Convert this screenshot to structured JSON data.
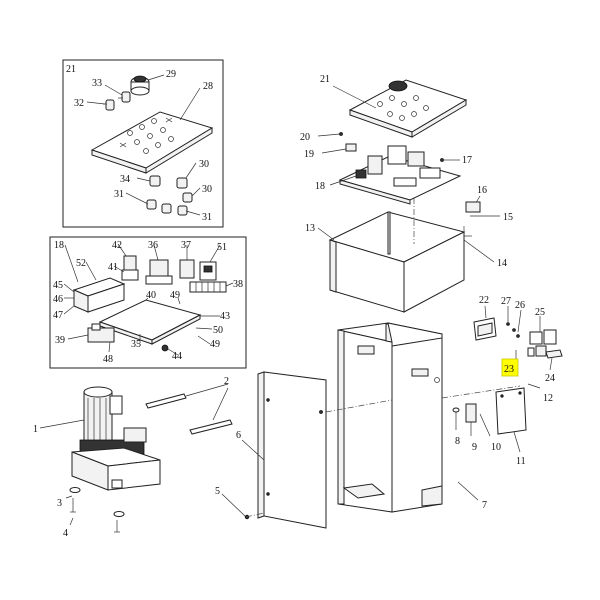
{
  "highlight": {
    "label": "23",
    "color": "#ffff00"
  },
  "callouts": [
    {
      "id": "c21a",
      "text": "21"
    },
    {
      "id": "c33",
      "text": "33"
    },
    {
      "id": "c29",
      "text": "29"
    },
    {
      "id": "c32",
      "text": "32"
    },
    {
      "id": "c28",
      "text": "28"
    },
    {
      "id": "c30a",
      "text": "30"
    },
    {
      "id": "c34",
      "text": "34"
    },
    {
      "id": "c30b",
      "text": "30"
    },
    {
      "id": "c31a",
      "text": "31"
    },
    {
      "id": "c31b",
      "text": "31"
    },
    {
      "id": "c18a",
      "text": "18"
    },
    {
      "id": "c42",
      "text": "42"
    },
    {
      "id": "c36",
      "text": "36"
    },
    {
      "id": "c37",
      "text": "37"
    },
    {
      "id": "c51",
      "text": "51"
    },
    {
      "id": "c52",
      "text": "52"
    },
    {
      "id": "c41",
      "text": "41"
    },
    {
      "id": "c38",
      "text": "38"
    },
    {
      "id": "c45",
      "text": "45"
    },
    {
      "id": "c46",
      "text": "46"
    },
    {
      "id": "c47",
      "text": "47"
    },
    {
      "id": "c40",
      "text": "40"
    },
    {
      "id": "c49a",
      "text": "49"
    },
    {
      "id": "c43",
      "text": "43"
    },
    {
      "id": "c50",
      "text": "50"
    },
    {
      "id": "c39",
      "text": "39"
    },
    {
      "id": "c48",
      "text": "48"
    },
    {
      "id": "c35",
      "text": "35"
    },
    {
      "id": "c44",
      "text": "44"
    },
    {
      "id": "c49b",
      "text": "49"
    },
    {
      "id": "c21b",
      "text": "21"
    },
    {
      "id": "c20",
      "text": "20"
    },
    {
      "id": "c19",
      "text": "19"
    },
    {
      "id": "c17",
      "text": "17"
    },
    {
      "id": "c18b",
      "text": "18"
    },
    {
      "id": "c16",
      "text": "16"
    },
    {
      "id": "c15",
      "text": "15"
    },
    {
      "id": "c13",
      "text": "13"
    },
    {
      "id": "c14",
      "text": "14"
    },
    {
      "id": "c22",
      "text": "22"
    },
    {
      "id": "c27",
      "text": "27"
    },
    {
      "id": "c26",
      "text": "26"
    },
    {
      "id": "c25",
      "text": "25"
    },
    {
      "id": "c24",
      "text": "24"
    },
    {
      "id": "c12",
      "text": "12"
    },
    {
      "id": "c2",
      "text": "2"
    },
    {
      "id": "c1",
      "text": "1"
    },
    {
      "id": "c6",
      "text": "6"
    },
    {
      "id": "c8",
      "text": "8"
    },
    {
      "id": "c9",
      "text": "9"
    },
    {
      "id": "c10",
      "text": "10"
    },
    {
      "id": "c11",
      "text": "11"
    },
    {
      "id": "c3",
      "text": "3"
    },
    {
      "id": "c4",
      "text": "4"
    },
    {
      "id": "c5",
      "text": "5"
    },
    {
      "id": "c7",
      "text": "7"
    }
  ]
}
